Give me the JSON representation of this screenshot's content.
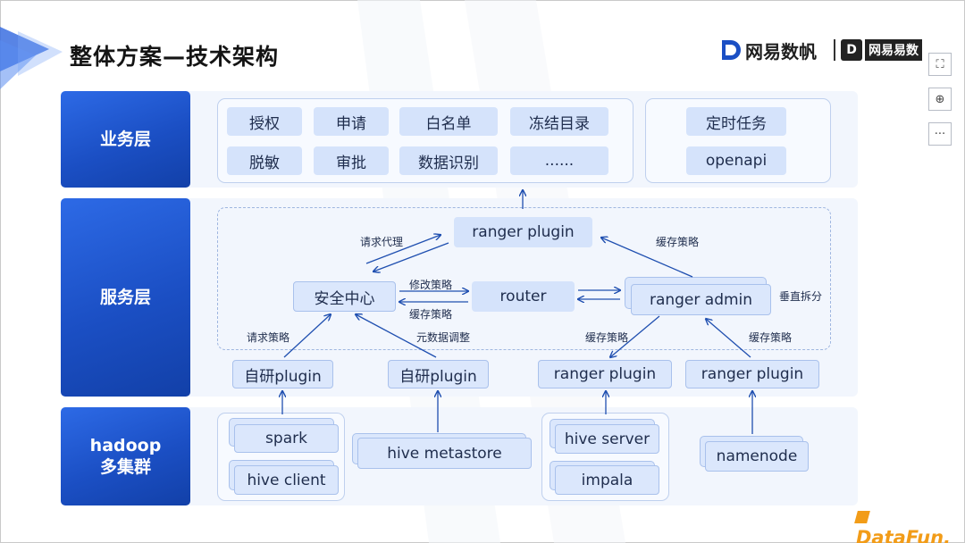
{
  "title": "整体方案—技术架构",
  "logos": {
    "primary": "网易数帆",
    "secondary": "网易易数",
    "secondary_mark": "D"
  },
  "toolbar": {
    "fit_icon": "⛶",
    "zoom_icon": "⊕",
    "more_icon": "···"
  },
  "brand": "DataFun.",
  "colors": {
    "accent": "#1b4fc4",
    "box": "#d5e3fb",
    "brand": "#f29c18"
  },
  "layers": {
    "business": {
      "label": "业务层",
      "items": [
        "授权",
        "申请",
        "白名单",
        "冻结目录",
        "脱敏",
        "审批",
        "数据识别",
        "......"
      ],
      "side_items": [
        "定时任务",
        "openapi"
      ]
    },
    "service": {
      "label": "服务层",
      "ranger_plugin_top": "ranger plugin",
      "security_center": "安全中心",
      "router": "router",
      "ranger_admin": "ranger admin",
      "plugins": [
        "自研plugin",
        "自研plugin",
        "ranger plugin",
        "ranger plugin"
      ],
      "edge_labels": {
        "request_proxy": "请求代理",
        "modify_policy": "修改策略",
        "cache_policy_router": "缓存策略",
        "cache_policy_admin_top": "缓存策略",
        "vertical_split": "垂直拆分",
        "request_policy": "请求策略",
        "metadata_adjust": "元数据调整",
        "cache_policy_left": "缓存策略",
        "cache_policy_right": "缓存策略"
      }
    },
    "hadoop": {
      "label_line1": "hadoop",
      "label_line2": "多集群",
      "spark": "spark",
      "hive_client": "hive client",
      "hive_metastore": "hive metastore",
      "hive_server": "hive server",
      "impala": "impala",
      "namenode": "namenode"
    }
  }
}
